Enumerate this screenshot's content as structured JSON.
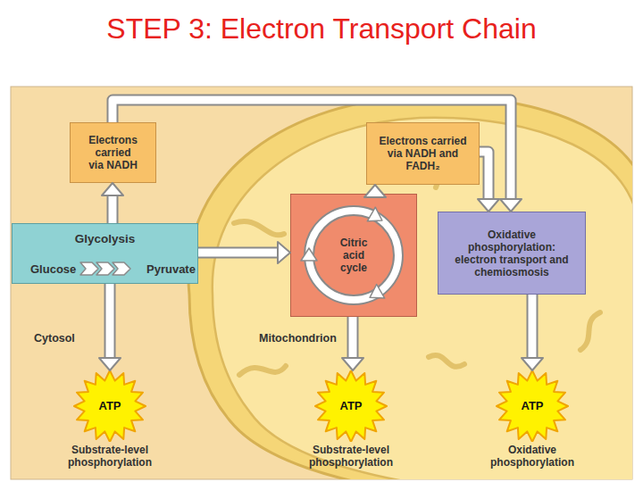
{
  "diagram": {
    "title": "STEP 3: Electron Transport Chain",
    "nodes": [
      {
        "text": [
          "Electrons carried via NADH"
        ]
      },
      {
        "text": [
          "Electrons carried via NADH and FADH₂"
        ]
      },
      {
        "text": [
          "Glycolysis",
          "Glucose",
          "Pyruvate"
        ]
      },
      {
        "text": [
          "Citric acid cycle"
        ]
      },
      {
        "text": [
          "Oxidative phosphorylation: electron transport and chemiosmosis"
        ]
      },
      {
        "text": [
          "ATP",
          "Substrate-level phosphorylation"
        ]
      },
      {
        "text": [
          "ATP",
          "Substrate-level phosphorylation"
        ]
      },
      {
        "text": [
          "ATP",
          "Oxidative phosphorylation"
        ]
      }
    ],
    "edges": [
      {
        "from": 2,
        "to": 5,
        "arrow": "to"
      },
      {
        "from": 2,
        "to": 3,
        "arrow": "to"
      },
      {
        "from": 2,
        "to": 0,
        "arrow": "to"
      },
      {
        "from": 0,
        "to": 4,
        "arrow": "to"
      },
      {
        "from": 3,
        "to": 1,
        "arrow": "to"
      },
      {
        "from": 1,
        "to": 4,
        "arrow": "to"
      },
      {
        "from": 3,
        "to": 6,
        "arrow": "to"
      },
      {
        "from": 4,
        "to": 7,
        "arrow": "to"
      }
    ],
    "labels": [
      "Cytosol",
      "Mitochondrion"
    ]
  }
}
